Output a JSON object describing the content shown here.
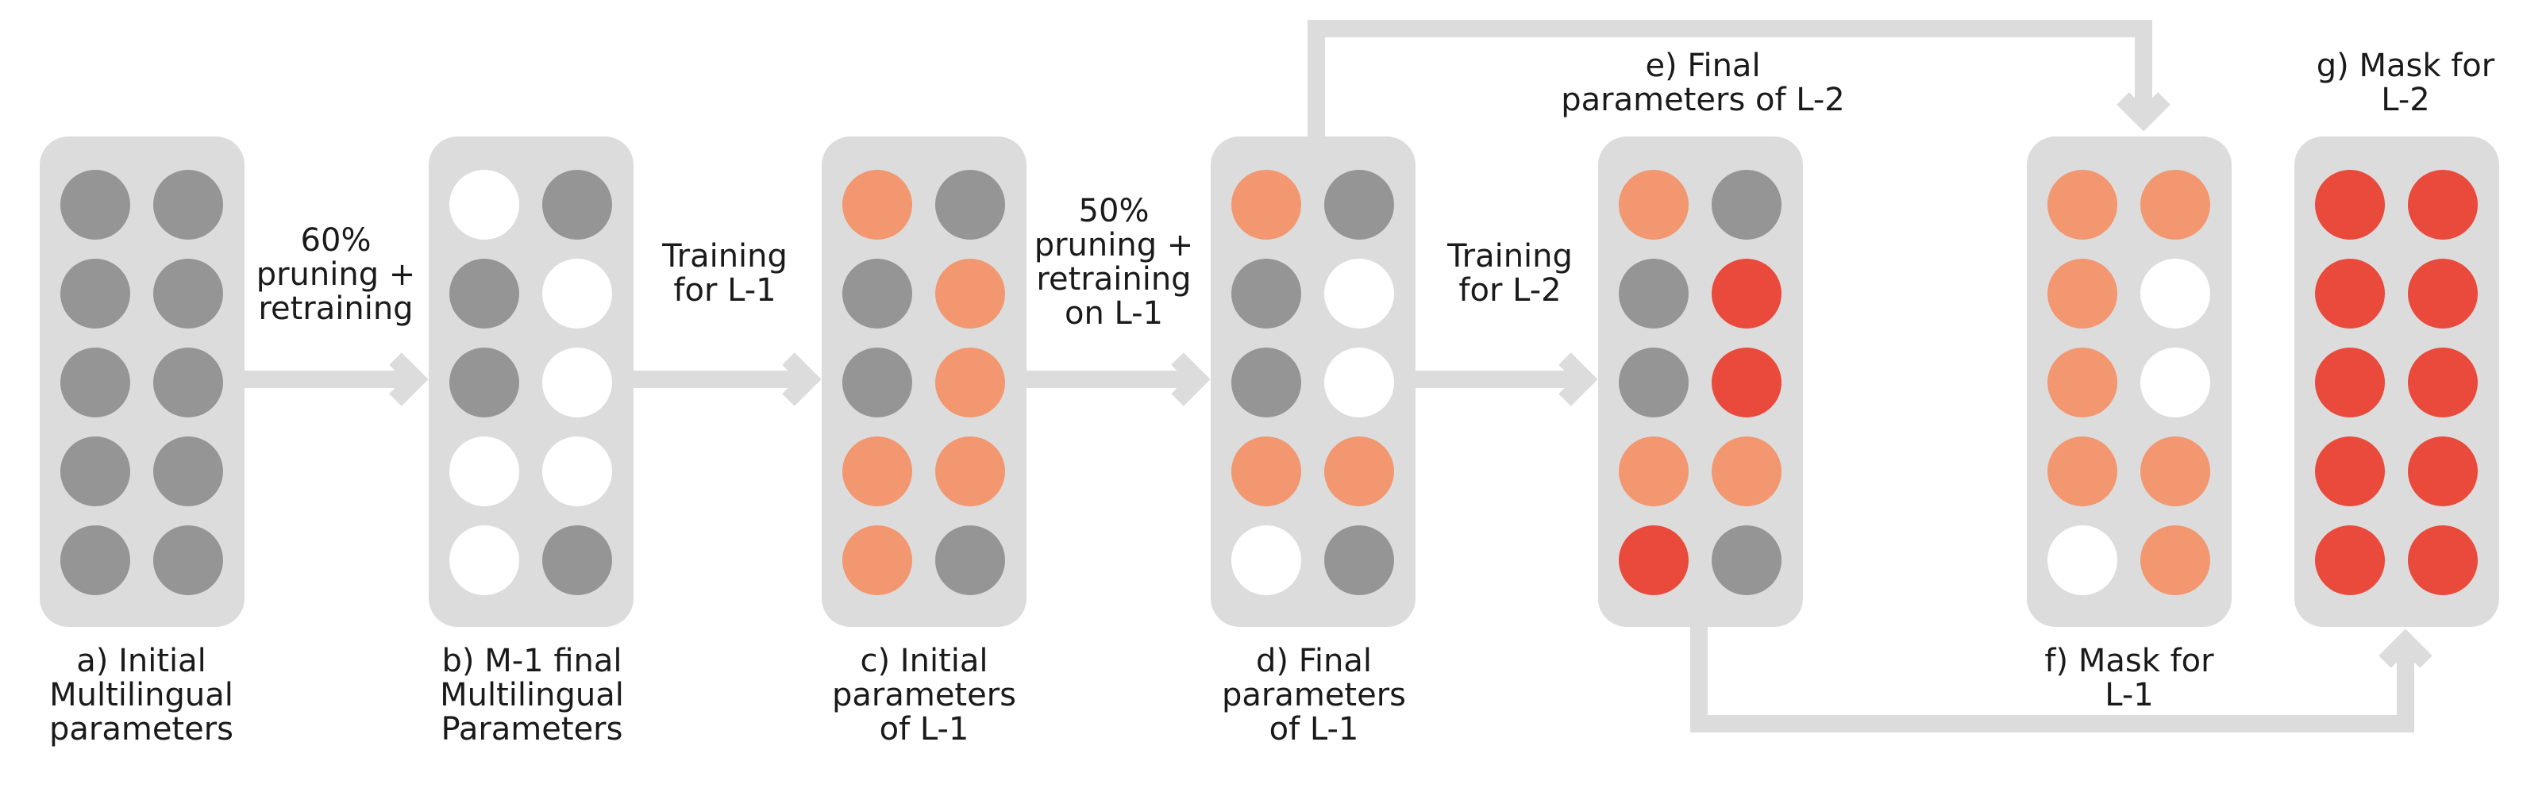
{
  "colors": {
    "panel": "#dcdcdc",
    "arrow": "#dcdcdc",
    "gray": "#959595",
    "white": "#ffffff",
    "orange": "#f2976f",
    "red": "#e94a3b"
  },
  "panels": [
    {
      "id": "a",
      "caption": [
        "a) Initial",
        "Multilingual",
        "parameters"
      ],
      "grid": [
        [
          "gray",
          "gray"
        ],
        [
          "gray",
          "gray"
        ],
        [
          "gray",
          "gray"
        ],
        [
          "gray",
          "gray"
        ],
        [
          "gray",
          "gray"
        ]
      ]
    },
    {
      "id": "b",
      "caption": [
        "b) M-1 final",
        "Multilingual",
        "Parameters"
      ],
      "grid": [
        [
          "white",
          "gray"
        ],
        [
          "gray",
          "white"
        ],
        [
          "gray",
          "white"
        ],
        [
          "white",
          "white"
        ],
        [
          "white",
          "gray"
        ]
      ]
    },
    {
      "id": "c",
      "caption": [
        "c) Initial",
        "parameters",
        "of L-1"
      ],
      "grid": [
        [
          "orange",
          "gray"
        ],
        [
          "gray",
          "orange"
        ],
        [
          "gray",
          "orange"
        ],
        [
          "orange",
          "orange"
        ],
        [
          "orange",
          "gray"
        ]
      ]
    },
    {
      "id": "d",
      "caption": [
        "d) Final",
        "parameters",
        "of L-1"
      ],
      "grid": [
        [
          "orange",
          "gray"
        ],
        [
          "gray",
          "white"
        ],
        [
          "gray",
          "white"
        ],
        [
          "orange",
          "orange"
        ],
        [
          "white",
          "gray"
        ]
      ]
    },
    {
      "id": "e",
      "caption": [
        "e) Final",
        "parameters of L-2"
      ],
      "grid": [
        [
          "orange",
          "gray"
        ],
        [
          "gray",
          "red"
        ],
        [
          "gray",
          "red"
        ],
        [
          "orange",
          "orange"
        ],
        [
          "red",
          "gray"
        ]
      ]
    },
    {
      "id": "f",
      "caption": [
        "f) Mask for",
        "L-1"
      ],
      "grid": [
        [
          "orange",
          "orange"
        ],
        [
          "orange",
          "white"
        ],
        [
          "orange",
          "white"
        ],
        [
          "orange",
          "orange"
        ],
        [
          "white",
          "orange"
        ]
      ]
    },
    {
      "id": "g",
      "caption": [
        "g) Mask for",
        "L-2"
      ],
      "grid": [
        [
          "red",
          "red"
        ],
        [
          "red",
          "red"
        ],
        [
          "red",
          "red"
        ],
        [
          "red",
          "red"
        ],
        [
          "red",
          "red"
        ]
      ]
    }
  ],
  "transitions": [
    {
      "from": "a",
      "to": "b",
      "label": [
        "60%",
        "pruning +",
        "retraining"
      ]
    },
    {
      "from": "b",
      "to": "c",
      "label": [
        "Training",
        "for L-1"
      ]
    },
    {
      "from": "c",
      "to": "d",
      "label": [
        "50%",
        "pruning +",
        "retraining",
        "on L-1"
      ]
    },
    {
      "from": "d",
      "to": "e",
      "label": [
        "Training",
        "for L-2"
      ]
    }
  ]
}
